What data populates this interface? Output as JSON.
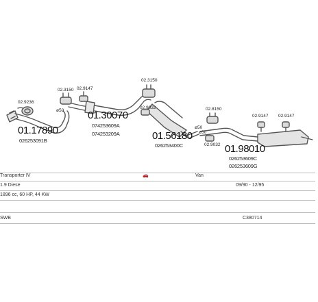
{
  "parts": {
    "p1": {
      "number": "01.17890",
      "code": "026253091B",
      "small": "02.9236"
    },
    "p2": {
      "number": "01.30070",
      "codes": [
        "074253609A",
        "074253209A"
      ],
      "small": [
        "02.3150",
        "02.9147"
      ]
    },
    "p3": {
      "number": "01.56180",
      "code": "026253400C",
      "small": [
        "02.3150",
        "02.9032",
        "02.9032"
      ]
    },
    "p4": {
      "number": "01.98010",
      "codes": [
        "026253609C",
        "026253609G"
      ],
      "small": [
        "02.8150",
        "02.9147",
        "02.9147"
      ]
    },
    "diameters": [
      "ø50",
      "ø50",
      "ø50"
    ]
  },
  "spec": {
    "model": "Transporter IV",
    "body": "Van",
    "engine": "1.9 Diese",
    "years": "09/90 - 12/95",
    "power": "1896 cc, 60 HP, 44 KW",
    "wheelbase": "SWB",
    "catalog": "C380714"
  },
  "colors": {
    "line": "#555555",
    "rule": "#bbbbbb"
  }
}
